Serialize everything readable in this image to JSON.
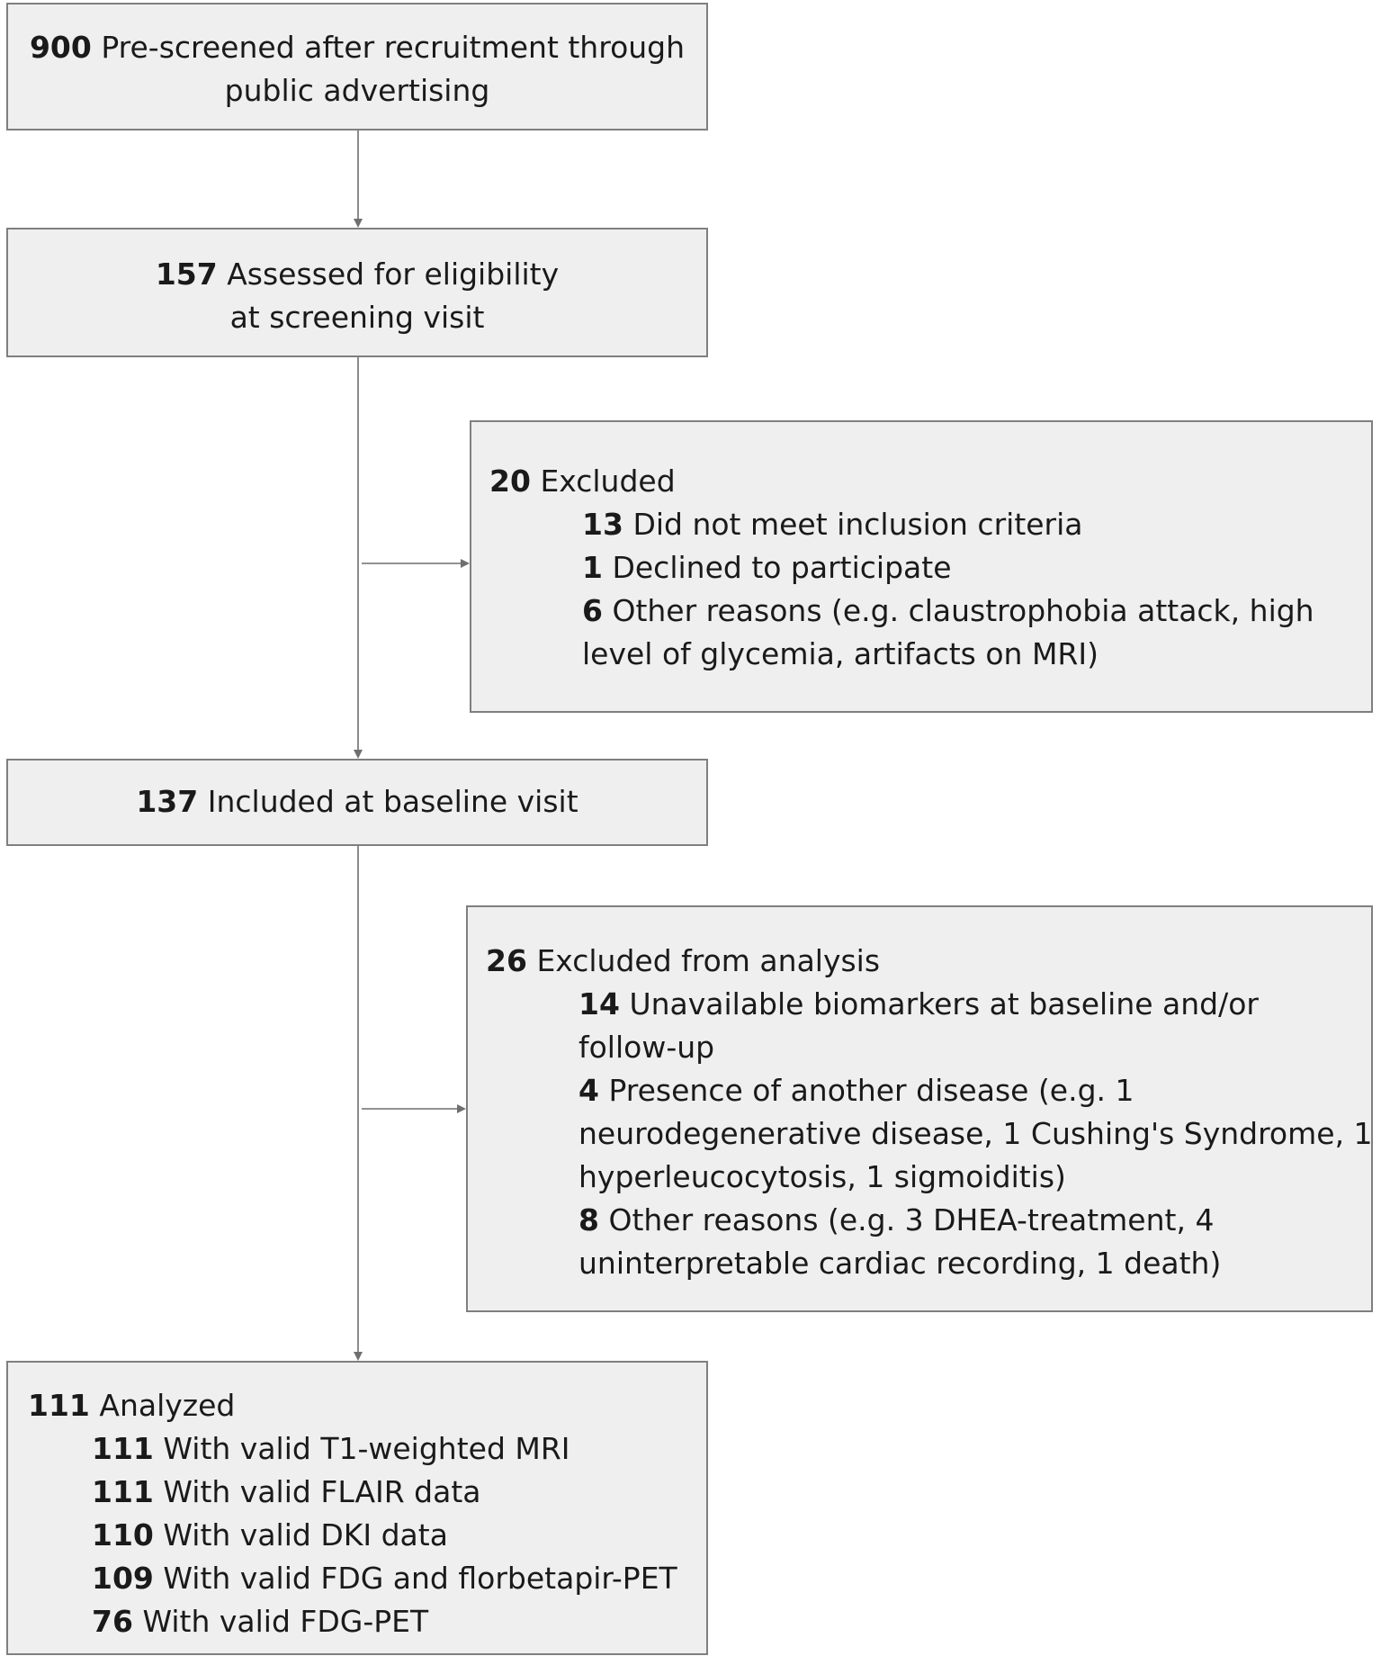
{
  "flow": {
    "prescreened": {
      "count": "900",
      "line1": "Pre-screened after recruitment through",
      "line2": "public advertising"
    },
    "assessed": {
      "count": "157",
      "line1": "Assessed for eligibility",
      "line2": "at screening visit"
    },
    "excluded_screening": {
      "count": "20",
      "label": "Excluded",
      "reasons": [
        {
          "count": "13",
          "text": "Did not meet inclusion criteria"
        },
        {
          "count": "1",
          "text": "Declined to participate"
        },
        {
          "count": "6",
          "text": "Other reasons (e.g. claustrophobia attack, high",
          "cont": "level of glycemia, artifacts on MRI)"
        }
      ]
    },
    "included": {
      "count": "137",
      "label": "Included at baseline visit"
    },
    "excluded_analysis": {
      "count": "26",
      "label": "Excluded from analysis",
      "reasons": [
        {
          "count": "14",
          "text": "Unavailable biomarkers at baseline and/or",
          "cont": "follow-up"
        },
        {
          "count": "4",
          "text": "Presence of another disease (e.g. 1",
          "cont": "neurodegenerative disease, 1 Cushing's Syndrome, 1",
          "cont2": "hyperleucocytosis, 1 sigmoiditis)"
        },
        {
          "count": "8",
          "text": "Other reasons (e.g. 3 DHEA-treatment, 4",
          "cont": "uninterpretable cardiac recording, 1 death)"
        }
      ]
    },
    "analyzed": {
      "count": "111",
      "label": "Analyzed",
      "items": [
        {
          "count": "111",
          "text": "With valid T1-weighted MRI"
        },
        {
          "count": "111",
          "text": "With valid FLAIR data"
        },
        {
          "count": "110",
          "text": "With valid DKI data"
        },
        {
          "count": "109",
          "text": "With valid FDG and florbetapir-PET"
        },
        {
          "count": "76",
          "text": "With valid FDG-PET"
        }
      ]
    }
  },
  "colors": {
    "box_fill": "#efefef",
    "box_border": "#7f7f7f",
    "connector": "#6f6f6f",
    "text": "#1a1a1a"
  }
}
